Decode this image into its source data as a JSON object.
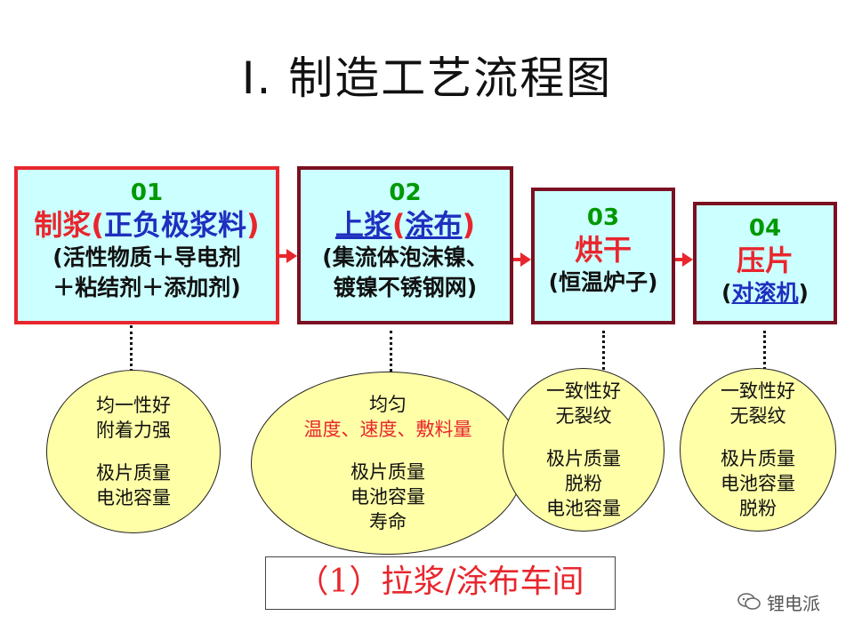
{
  "title": "I. 制造工艺流程图",
  "steps": [
    {
      "number": "01",
      "name_a": "制浆(",
      "name_b": "正负极浆料",
      "name_c": ")",
      "desc_line1": "(活性物质＋导电剂",
      "desc_line2": "＋粘结剂＋添加剂)"
    },
    {
      "number": "02",
      "name_a": "上浆",
      "name_b": "(",
      "name_c": "涂布",
      "name_d": ")",
      "desc_line1": "(集流体泡沫镍、",
      "desc_line2": "镀镍不锈钢网)"
    },
    {
      "number": "03",
      "name": "烘干",
      "desc_line1": "(恒温炉子)"
    },
    {
      "number": "04",
      "name": "压片",
      "desc_a": "(",
      "desc_b": "对滚机",
      "desc_c": ")"
    }
  ],
  "quality": [
    {
      "lines_a": [
        "均一性好",
        "附着力强"
      ],
      "lines_b": [
        "极片质量",
        "电池容量"
      ]
    },
    {
      "line_top": "均匀",
      "line_red": "温度、速度、敷料量",
      "lines_b": [
        "极片质量",
        "电池容量",
        "寿命"
      ]
    },
    {
      "lines_a": [
        "一致性好",
        "无裂纹"
      ],
      "lines_b": [
        "极片质量",
        "脱粉",
        "电池容量"
      ]
    },
    {
      "lines_a": [
        "一致性好",
        "无裂纹"
      ],
      "lines_b": [
        "极片质量",
        "电池容量",
        "脱粉"
      ]
    }
  ],
  "subtitle": "（1）拉浆/涂布车间",
  "watermark": "锂电派",
  "colors": {
    "red": "#e8262d",
    "green": "#009900",
    "blue": "#1f2fbf",
    "box_fill": "#ccffff",
    "ellipse_fill": "#ffffa8"
  }
}
